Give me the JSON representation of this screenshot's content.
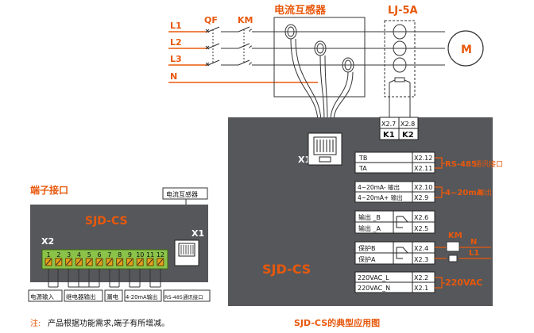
{
  "main_diagram": {
    "title": "电流互感器",
    "ljtitle": "LJ-5A",
    "lines": [
      "L1",
      "L2",
      "L3",
      "N"
    ],
    "qf": "QF",
    "km": "KM",
    "motor": "M",
    "device_name": "SJD-CS",
    "x1": "X1",
    "k_terminals": [
      {
        "code": "X2.7",
        "label": "K1"
      },
      {
        "code": "X2.8",
        "label": "K2"
      }
    ],
    "terminal_rows": [
      {
        "name": "TB",
        "code": "X2.12"
      },
      {
        "name": "TA",
        "code": "X2.11"
      },
      {
        "name": "4~20mA- 输出",
        "code": "X2.10"
      },
      {
        "name": "4~20mA+ 输出",
        "code": "X2.9"
      },
      {
        "name": "输出 _B",
        "code": "X2.6"
      },
      {
        "name": "输出 _A",
        "code": "X2.5"
      },
      {
        "name": "保护B",
        "code": "X2.4"
      },
      {
        "name": "保护A",
        "code": "X2.3"
      },
      {
        "name": "220VAC_L",
        "code": "X2.2"
      },
      {
        "name": "220VAC_N",
        "code": "X2.1"
      }
    ],
    "rs485_bold": "RS-485",
    "rs485_rest": "通讯接口",
    "ma_bold": "4~20mA",
    "ma_rest": "输出",
    "km_right": "KM",
    "n_right": "N",
    "l1_right": "L1",
    "vac": "220VAC",
    "caption": "SJD-CS的典型应用图"
  },
  "terminal_panel": {
    "title": "端子接口",
    "ct_label": "电流互感器",
    "device_name": "SJD-CS",
    "x2": "X2",
    "x1": "X1",
    "numbers": [
      "1",
      "2",
      "3",
      "4",
      "5",
      "6",
      "7",
      "8",
      "9",
      "10",
      "11",
      "12"
    ],
    "groups": [
      "电源输入",
      "继电器输出",
      "漏电",
      "4-20mA输出",
      "RS-485通讯接口"
    ]
  },
  "note": {
    "label": "注:",
    "text": "产品根据功能需求,端子有所增减。"
  },
  "colors": {
    "accent": "#e8580c",
    "panel": "#56575a",
    "terminal_green": "#8bc34a",
    "gray_box": "#dcdcdc"
  }
}
